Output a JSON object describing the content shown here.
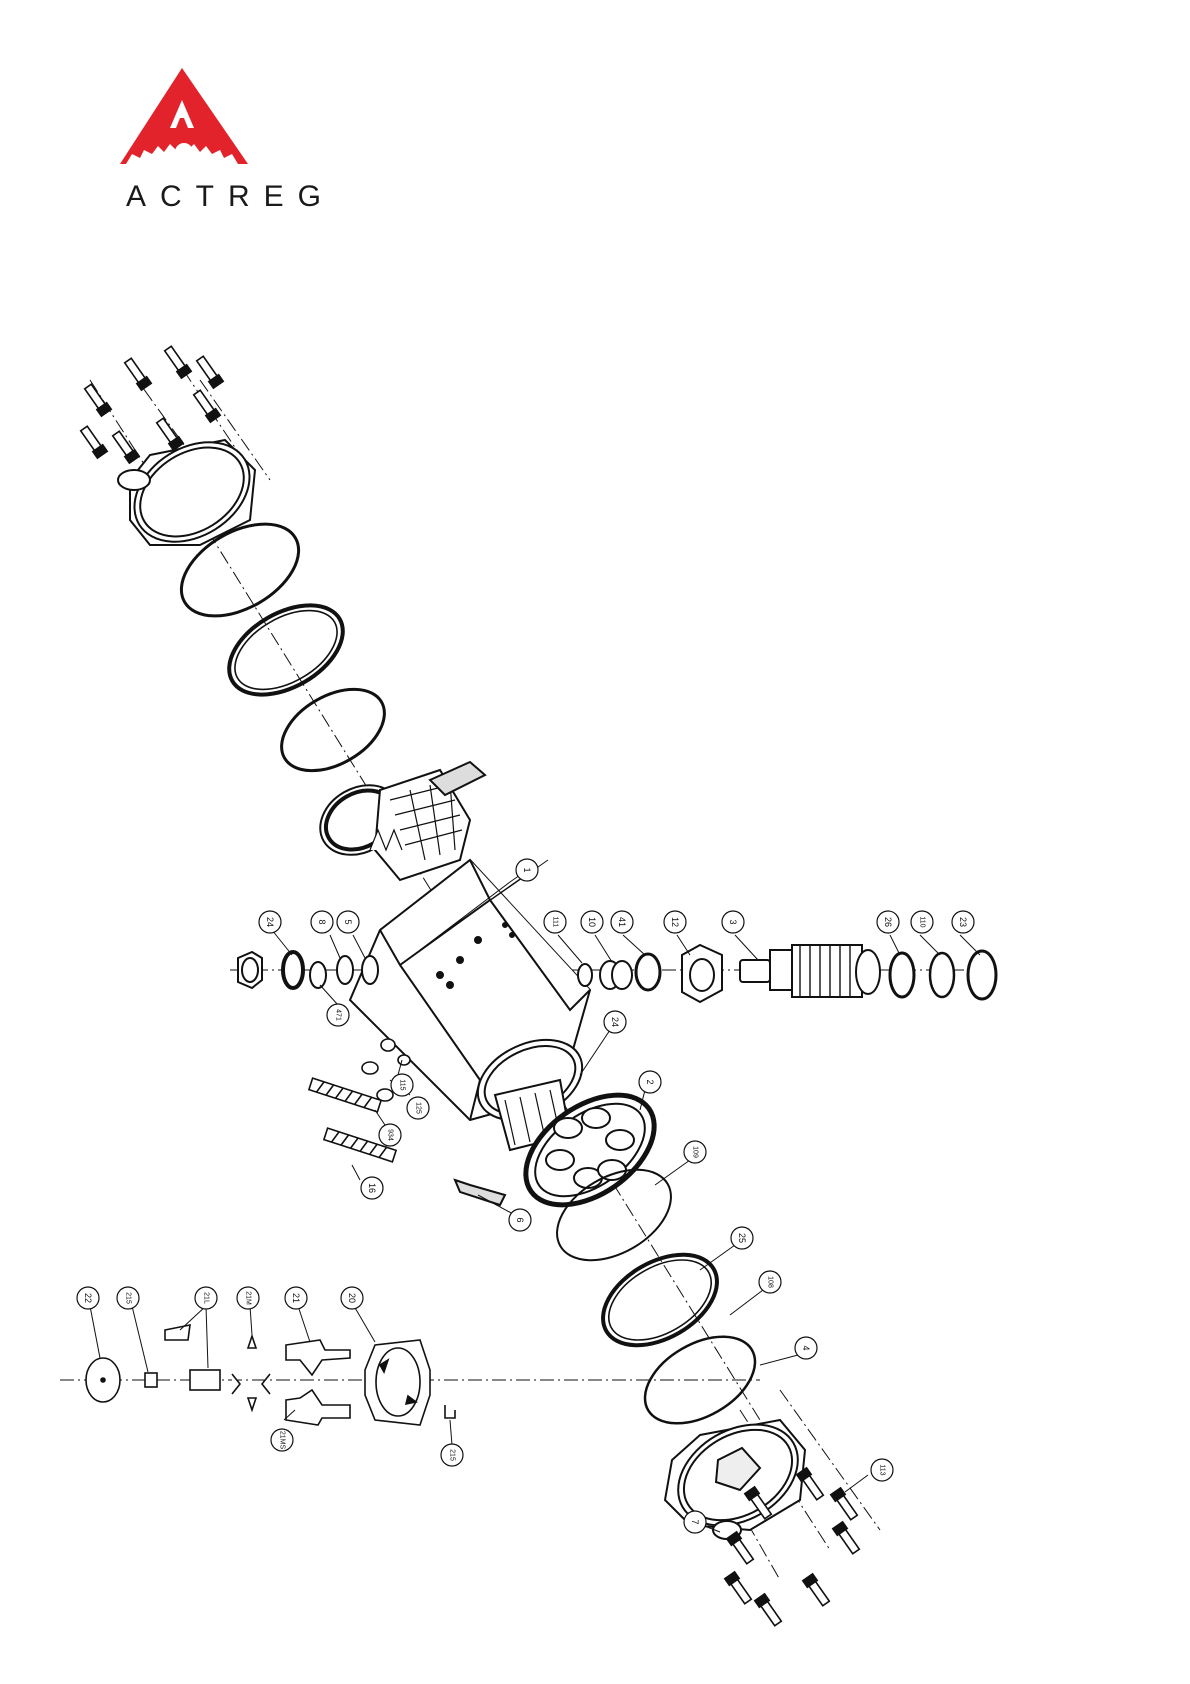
{
  "brand": {
    "name": "ACTREG",
    "logo_color": "#e3232b"
  },
  "callouts": [
    {
      "id": "c-1",
      "label": "1"
    },
    {
      "id": "c-24a",
      "label": "24"
    },
    {
      "id": "c-8",
      "label": "8"
    },
    {
      "id": "c-5",
      "label": "5"
    },
    {
      "id": "c-471",
      "label": "471"
    },
    {
      "id": "c-111",
      "label": "111"
    },
    {
      "id": "c-10",
      "label": "10"
    },
    {
      "id": "c-41",
      "label": "41"
    },
    {
      "id": "c-12",
      "label": "12"
    },
    {
      "id": "c-3",
      "label": "3"
    },
    {
      "id": "c-26",
      "label": "26"
    },
    {
      "id": "c-110",
      "label": "110"
    },
    {
      "id": "c-23",
      "label": "23"
    },
    {
      "id": "c-24b",
      "label": "24"
    },
    {
      "id": "c-115",
      "label": "115"
    },
    {
      "id": "c-125",
      "label": "125"
    },
    {
      "id": "c-934",
      "label": "934"
    },
    {
      "id": "c-16",
      "label": "16"
    },
    {
      "id": "c-2",
      "label": "2"
    },
    {
      "id": "c-6",
      "label": "6"
    },
    {
      "id": "c-109",
      "label": "109"
    },
    {
      "id": "c-25",
      "label": "25"
    },
    {
      "id": "c-108",
      "label": "108"
    },
    {
      "id": "c-4",
      "label": "4"
    },
    {
      "id": "c-113",
      "label": "113"
    },
    {
      "id": "c-7",
      "label": "7"
    },
    {
      "id": "c-22",
      "label": "22"
    },
    {
      "id": "c-215a",
      "label": "215"
    },
    {
      "id": "c-21L",
      "label": "21L"
    },
    {
      "id": "c-21M",
      "label": "21M"
    },
    {
      "id": "c-21",
      "label": "21"
    },
    {
      "id": "c-20",
      "label": "20"
    },
    {
      "id": "c-21MS",
      "label": "21MS"
    },
    {
      "id": "c-215b",
      "label": "215"
    }
  ],
  "colors": {
    "line": "#111111",
    "fill": "#ffffff",
    "grey": "#bbbbbb"
  }
}
